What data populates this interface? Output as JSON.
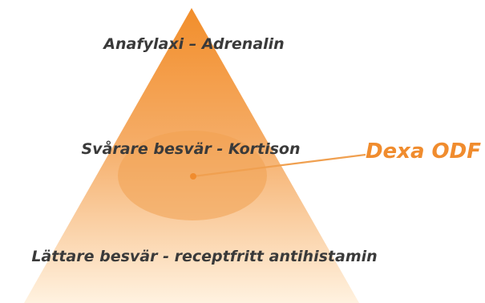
{
  "pyramid": {
    "tiers": [
      {
        "label": "Anafylaxi – Adrenalin"
      },
      {
        "label": "Svårare besvär - Kortison"
      },
      {
        "label": "Lättare besvär - receptfritt antihistamin"
      }
    ],
    "callout": {
      "label": "Dexa ODF"
    }
  },
  "colors": {
    "pyramid_top": "#f28e2b",
    "pyramid_bottom": "#fff2e0",
    "highlight_ellipse": "#f0a050",
    "callout_text": "#f08c2e",
    "callout_line": "#f0a050",
    "tier_text": "#3a3a3a"
  }
}
